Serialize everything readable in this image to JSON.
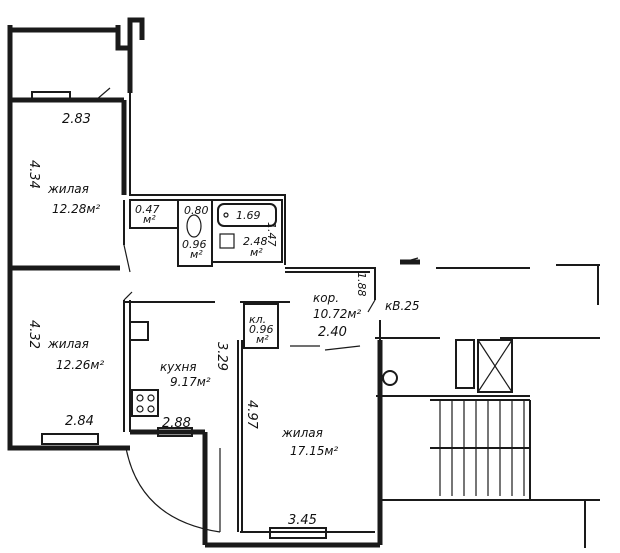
{
  "plan": {
    "apartment_label": "кВ.25",
    "rooms": {
      "living_top": {
        "name": "жилая",
        "area": "12.28м²",
        "width": "2.83",
        "length": "4.34"
      },
      "living_left": {
        "name": "жилая",
        "area": "12.26м²",
        "width": "2.84",
        "length": "4.32"
      },
      "living_big": {
        "name": "жилая",
        "area": "17.15м²",
        "width": "3.45",
        "length": "4.97"
      },
      "kitchen": {
        "name": "кухня",
        "area": "9.17м²",
        "width": "2.88",
        "length": "3.29"
      },
      "corridor": {
        "name": "кор.",
        "area": "10.72м²",
        "width": "2.40",
        "length": "1.88"
      },
      "closet": {
        "name": "кл.",
        "area": "0.96",
        "unit": "м²"
      },
      "storage": {
        "area": "0.47",
        "unit": "м²"
      },
      "wc": {
        "width": "0.80",
        "area": "0.96",
        "unit": "м²"
      },
      "bath": {
        "width": "1.69",
        "area": "2.48",
        "unit": "м²",
        "length": "1.47"
      }
    }
  }
}
